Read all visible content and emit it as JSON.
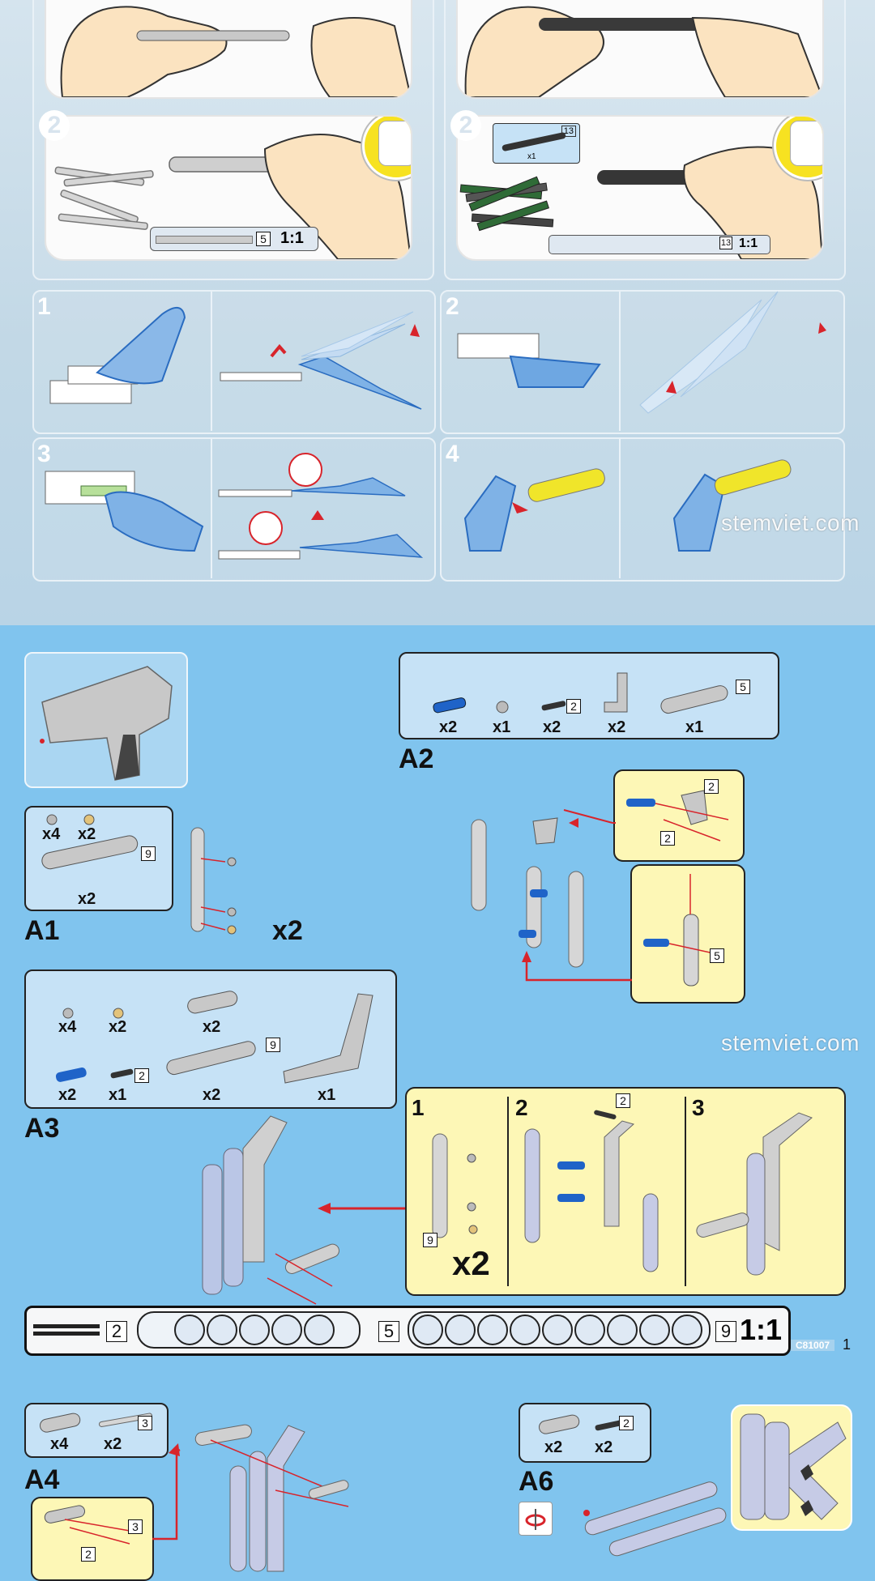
{
  "top": {
    "panels": [
      {
        "step": "2",
        "ruler_count": "5",
        "scale": "1:1"
      },
      {
        "step": "2",
        "mini_count": "13",
        "mini_qty": "x1",
        "ruler_count": "13",
        "scale": "1:1"
      }
    ],
    "steps": [
      "1",
      "2",
      "3",
      "4"
    ]
  },
  "watermark": "stemviet.com",
  "bottom": {
    "a1": {
      "label": "A1",
      "qtys": [
        "x4",
        "x2",
        "x2"
      ],
      "count": "9",
      "multiplier": "x2"
    },
    "a2": {
      "label": "A2",
      "qtys": [
        "x2",
        "x1",
        "x2",
        "x2",
        "x1"
      ],
      "counts": [
        "2",
        "5"
      ],
      "callout_counts": [
        "2",
        "2",
        "5"
      ]
    },
    "a3": {
      "label": "A3",
      "qtys": [
        "x4",
        "x2",
        "x2",
        "x2",
        "x1",
        "x2",
        "x1"
      ],
      "counts": [
        "9",
        "2"
      ],
      "substeps": [
        "1",
        "2",
        "3"
      ],
      "sub_counts": [
        "9",
        "2"
      ],
      "multiplier": "x2"
    },
    "ruler": {
      "counts": [
        "2",
        "5",
        "9"
      ],
      "scale": "1:1",
      "code": "C81007",
      "page": "1"
    },
    "a4": {
      "label": "A4",
      "qtys": [
        "x4",
        "x2"
      ],
      "count": "3",
      "callout_count": "3",
      "callout_count2": "2"
    },
    "a6": {
      "label": "A6",
      "qtys": [
        "x2",
        "x2"
      ],
      "count": "2"
    }
  },
  "colors": {
    "accent_red": "#d8242b",
    "part_blue": "#1f63c8",
    "part_yellow": "#f0e52a",
    "page_blue": "#80c4ee"
  }
}
